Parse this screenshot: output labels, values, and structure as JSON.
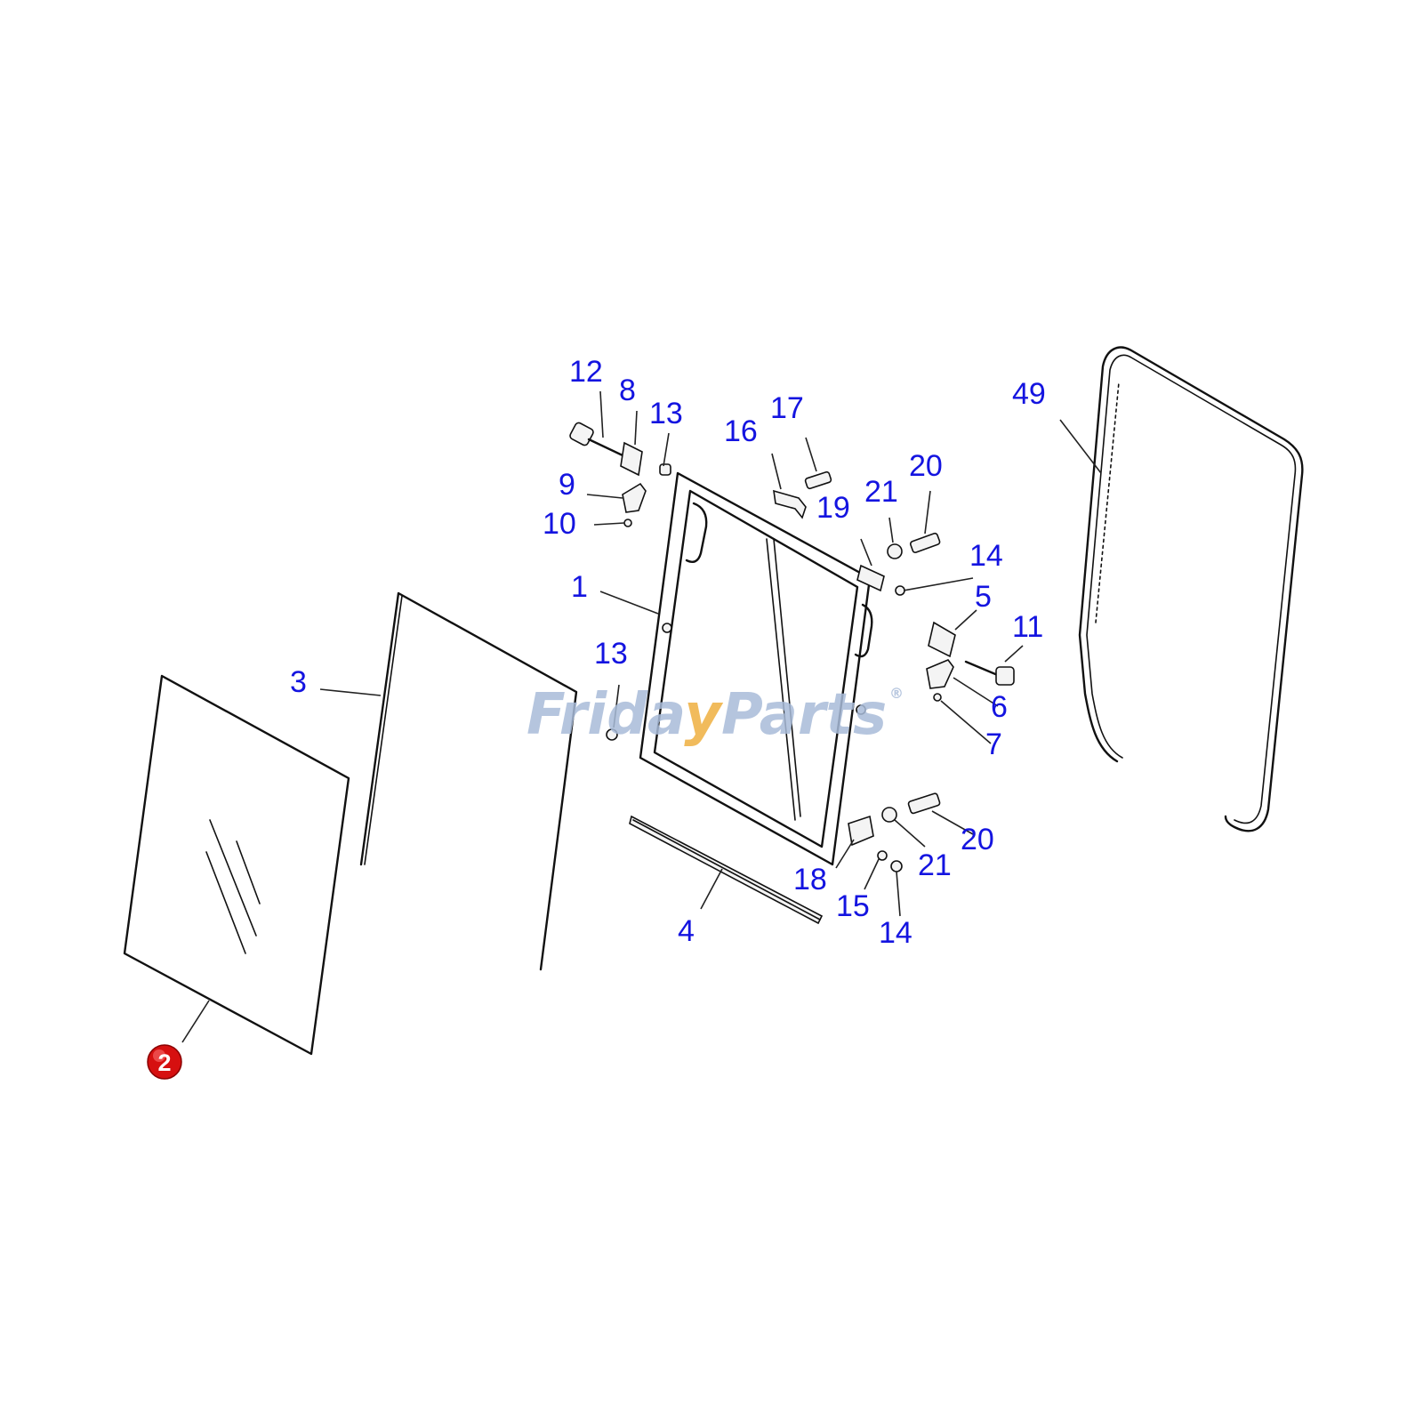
{
  "watermark": {
    "text_a": "Frida",
    "text_b": "y",
    "text_c": "Parts",
    "mark": "®"
  },
  "colors": {
    "callout": "#1414e0",
    "highlight": "#d61010",
    "watermark_blue": "#a9bcd9",
    "watermark_orange": "#f0b44b"
  },
  "callouts": {
    "c1": "1",
    "c2": "2",
    "c3": "3",
    "c4": "4",
    "c5": "5",
    "c6": "6",
    "c7": "7",
    "c8": "8",
    "c9": "9",
    "c10": "10",
    "c11": "11",
    "c12": "12",
    "c13a": "13",
    "c13b": "13",
    "c14a": "14",
    "c14b": "14",
    "c15": "15",
    "c16": "16",
    "c17": "17",
    "c18": "18",
    "c19": "19",
    "c20a": "20",
    "c20b": "20",
    "c21a": "21",
    "c21b": "21",
    "c49": "49"
  },
  "highlighted_part": "2"
}
